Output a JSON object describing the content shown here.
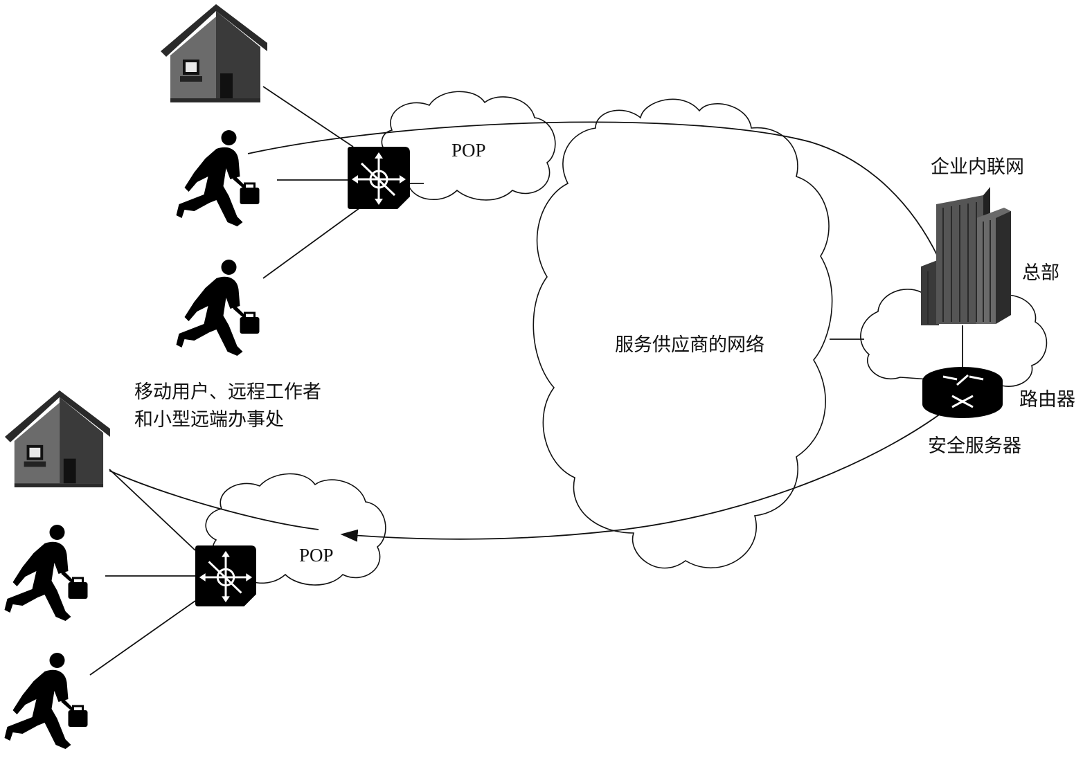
{
  "labels": {
    "pop_top": "POP",
    "pop_bottom": "POP",
    "provider_network": "服务供应商的网络",
    "intranet": "企业内联网",
    "headquarters": "总部",
    "router": "路由器",
    "security_server": "安全服务器",
    "remote_users_line1": "移动用户、远程工作者",
    "remote_users_line2": "和小型远端办事处"
  },
  "colors": {
    "line": "#111111",
    "icon_fill": "#000000",
    "house_body": "#6b6b6b",
    "house_roof": "#2a2a2a",
    "building": "#4a4a4a"
  }
}
